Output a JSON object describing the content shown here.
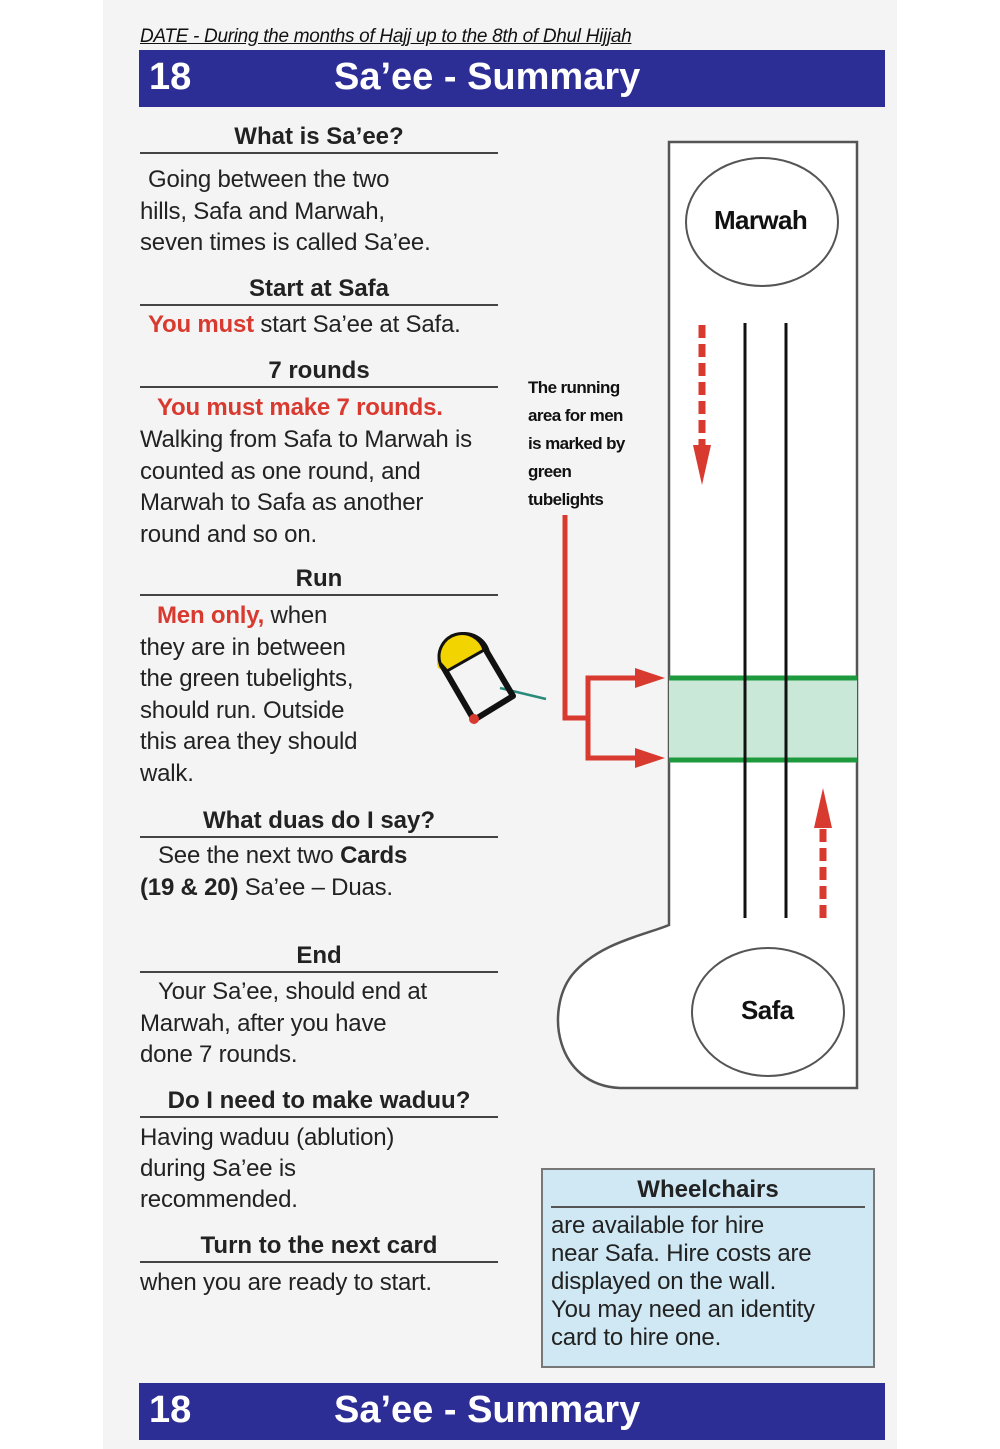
{
  "date_line": "DATE - During the months of Hajj up to the 8th of Dhul Hijjah",
  "header": {
    "number": "18",
    "title": "Sa’ee - Summary"
  },
  "sections": {
    "what_is": {
      "heading": "What is Sa’ee?",
      "lines": [
        "Going between the two",
        "hills, Safa and Marwah,",
        "seven times is called Sa’ee."
      ]
    },
    "start": {
      "heading": "Start at Safa",
      "emphasis": "You must",
      "rest": " start Sa’ee  at Safa."
    },
    "rounds": {
      "heading": "7 rounds",
      "emphasis": "You must make 7 rounds.",
      "lines": [
        "Walking from Safa to Marwah is",
        "counted as one round, and",
        "Marwah to Safa as another",
        "round and so on."
      ]
    },
    "run": {
      "heading": "Run",
      "emphasis": "Men only,",
      "first_rest": " when",
      "lines": [
        "they are in between",
        "the green tubelights,",
        "should run. Outside",
        "this area they should",
        "walk."
      ]
    },
    "duas": {
      "heading": "What duas do I say?",
      "line1_pre": "See the next two ",
      "line1_bold": "Cards",
      "line2_bold": "(19 & 20)",
      "line2_rest": "  Sa’ee – Duas."
    },
    "end": {
      "heading": "End",
      "lines": [
        "Your Sa’ee, should end at",
        "Marwah, after you have",
        "done 7 rounds."
      ]
    },
    "waduu": {
      "heading": "Do I need to make waduu?",
      "lines": [
        "Having waduu (ablution)",
        "during Sa’ee is",
        "recommended."
      ]
    },
    "next": {
      "heading": "Turn to the next card",
      "lines": [
        "when you are ready to start."
      ]
    }
  },
  "diagram": {
    "top_hill": "Marwah",
    "bottom_hill": "Safa",
    "annotation_lines": [
      "The running",
      "area for men",
      "is marked by",
      "green",
      "tubelights"
    ],
    "colors": {
      "green_light": "#1e9a3e",
      "arrow_red": "#d93a30",
      "zone_fill": "#c9e8d8"
    }
  },
  "wheelchairs": {
    "heading": "Wheelchairs",
    "lines": [
      "are available for hire",
      "near Safa. Hire costs are",
      "displayed on the wall.",
      "You may need an identity",
      "card to hire one."
    ]
  },
  "footer": {
    "number": "18",
    "title": "Sa’ee - Summary"
  },
  "colors": {
    "banner": "#2d2d96",
    "emphasis_red": "#d93a30",
    "wheelchair_box": "#cfe8f3"
  }
}
